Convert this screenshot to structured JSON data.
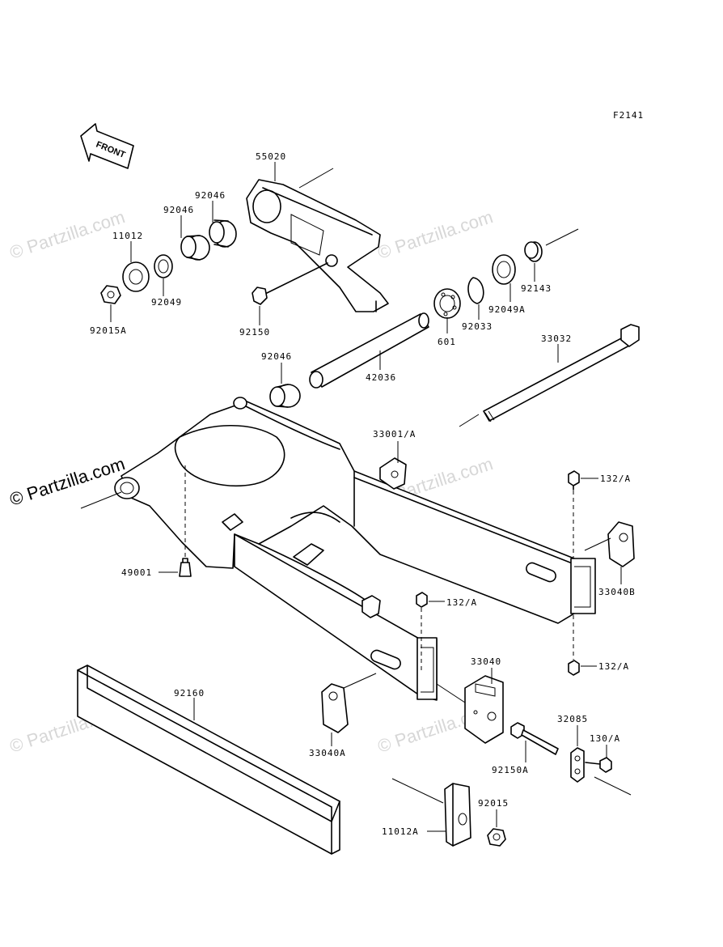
{
  "figure_id": "F2141",
  "front_label": "FRONT",
  "watermark": "© Partzilla.com",
  "parts": {
    "p55020": "55020",
    "p92046a": "92046",
    "p92046b": "92046",
    "p92046c": "92046",
    "p11012": "11012",
    "p92049": "92049",
    "p92015A": "92015A",
    "p92150": "92150",
    "p42036": "42036",
    "p601": "601",
    "p92033": "92033",
    "p92049A": "92049A",
    "p92143": "92143",
    "p33032": "33032",
    "p33001A": "33001/A",
    "p132Aa": "132/A",
    "p132Ab": "132/A",
    "p132Ac": "132/A",
    "p33040B": "33040B",
    "p49001": "49001",
    "p33040": "33040",
    "p92160": "92160",
    "p33040A": "33040A",
    "p32085": "32085",
    "p130A": "130/A",
    "p92150A": "92150A",
    "p92015": "92015",
    "p11012A": "11012A"
  }
}
